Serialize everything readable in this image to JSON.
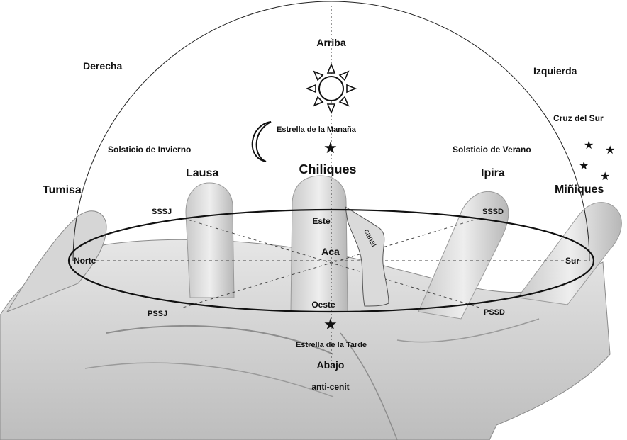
{
  "directions": {
    "up": "Arriba",
    "down": "Abajo",
    "anti_zenith": "anti-cenit",
    "right": "Derecha",
    "left": "Izquierda",
    "north": "Norte",
    "south": "Sur",
    "east": "Este",
    "west": "Oeste",
    "center": "Aca"
  },
  "celestial": {
    "morning_star": "Estrella de la Manaña",
    "evening_star": "Estrella de la Tarde",
    "southern_cross": "Cruz del Sur",
    "winter_solstice": "Solsticio de Invierno",
    "summer_solstice": "Solsticio de Verano"
  },
  "mountains": {
    "tumisa": "Tumisa",
    "lausa": "Lausa",
    "chiliques": "Chiliques",
    "ipira": "Ipira",
    "miniques": "Miñiques"
  },
  "horizon_points": {
    "sssj": "SSSJ",
    "sssd": "SSSD",
    "pssj": "PSSJ",
    "pssd": "PSSD"
  },
  "features": {
    "canal": "canal"
  },
  "icons": [
    "sun-icon",
    "moon-icon",
    "star-icon",
    "hand-image"
  ],
  "colors": {
    "line": "#111111",
    "skin_light": "#dcdcdc",
    "skin_dark": "#9a9a9a",
    "canal_fill": "#d9d9d9"
  }
}
